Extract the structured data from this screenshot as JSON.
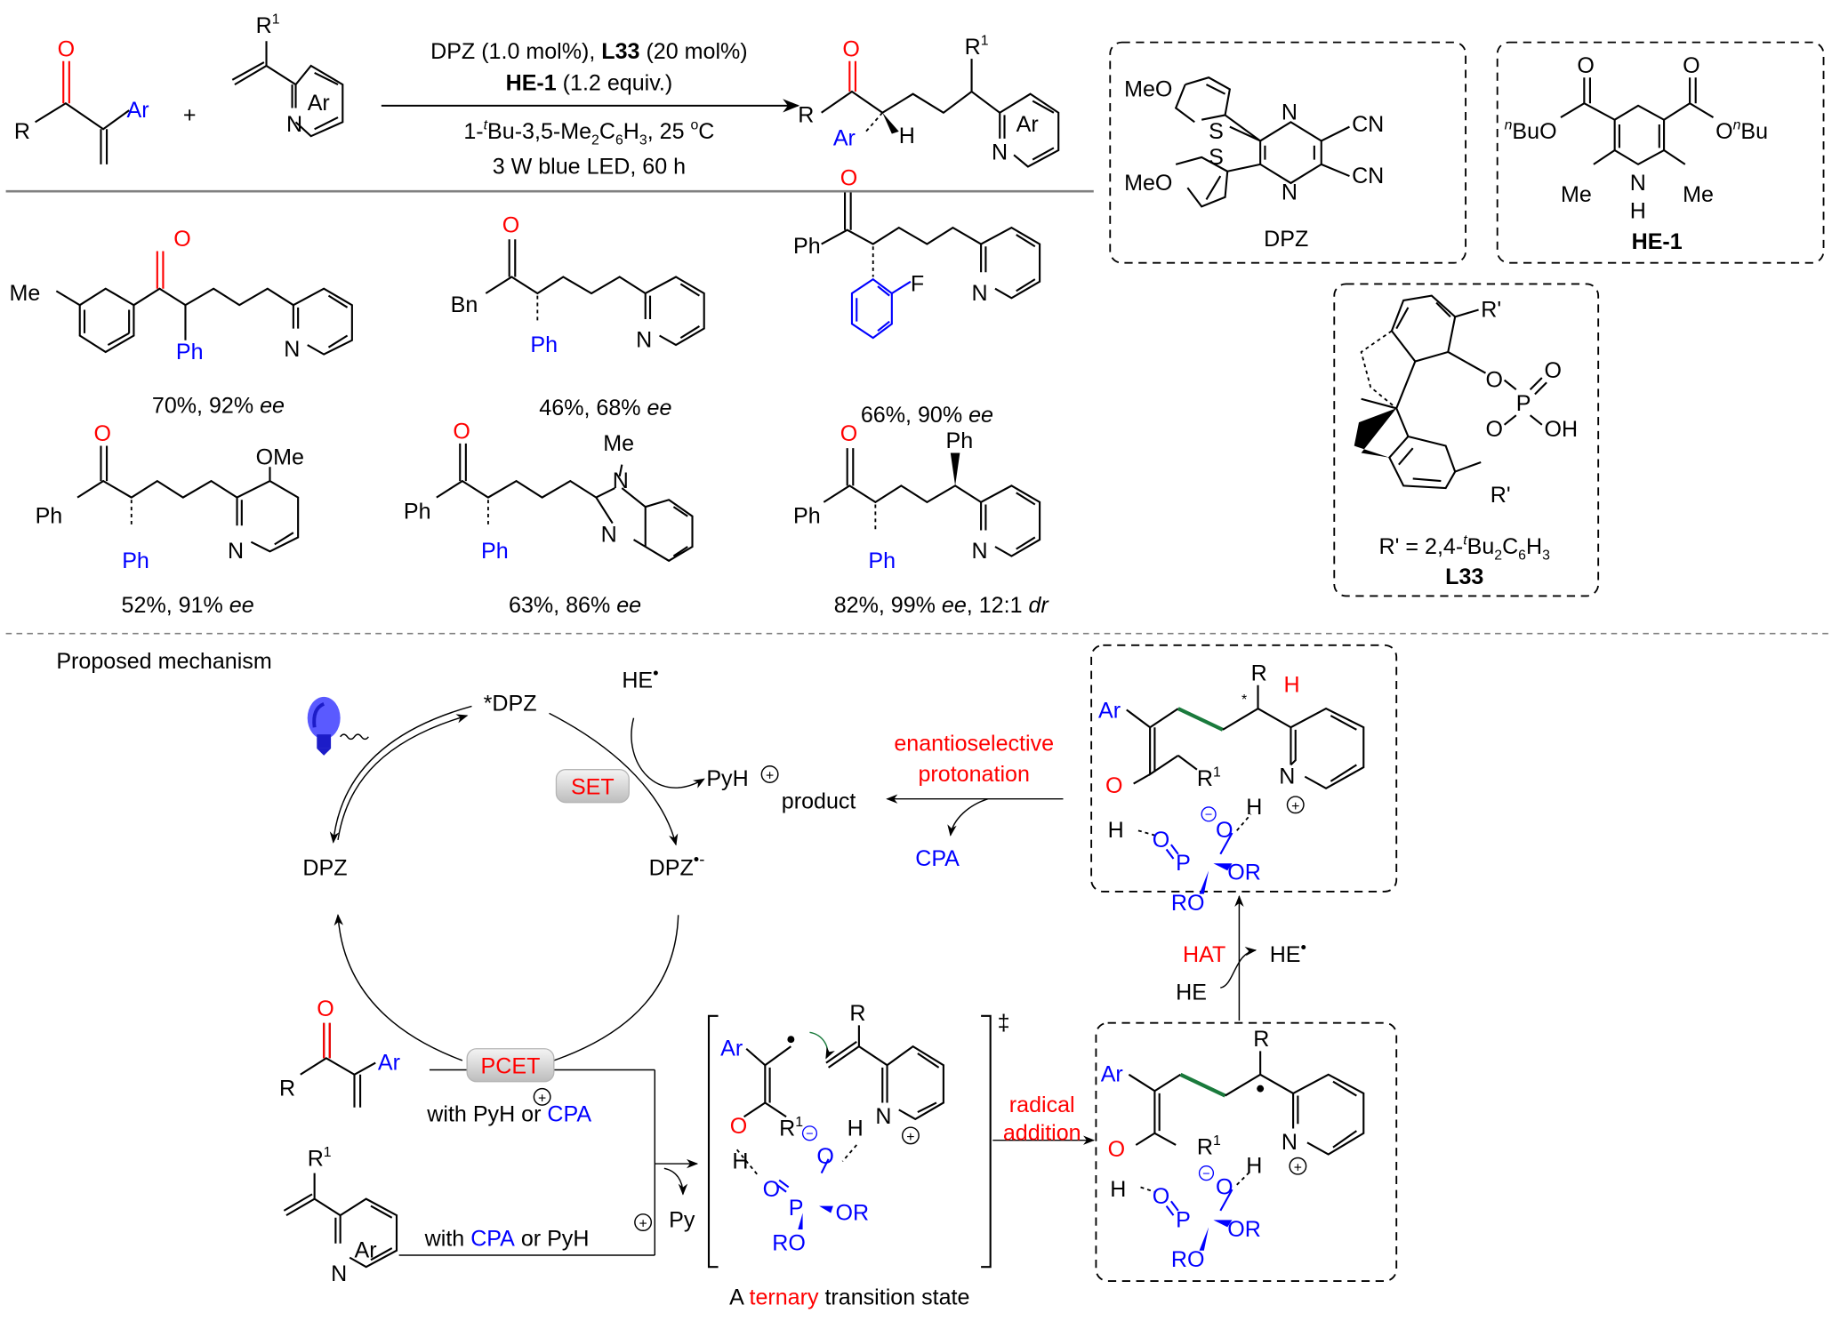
{
  "figure": {
    "type": "chemistry-reaction-scheme",
    "colors": {
      "carbonyl_oxygen": "#ff0000",
      "aryl_label": "#0000ff",
      "catalyst_label": "#0000ff",
      "process_label": "#ff0000",
      "new_bond": "#1a7a3c",
      "lamp": "#5a5aff"
    }
  },
  "reaction": {
    "substrate1": {
      "labels": {
        "R": "R",
        "O": "O",
        "Ar": "Ar"
      }
    },
    "plus": "+",
    "substrate2": {
      "labels": {
        "R1": "R",
        "R1_sup": "1",
        "N": "N",
        "Ar": "Ar"
      }
    },
    "conditions_above": {
      "line1_a": "DPZ (1.0 mol%), ",
      "line1_b": "L33",
      "line1_c": " (20 mol%)",
      "line2_a": "HE-1",
      "line2_b": " (1.2 equiv.)"
    },
    "conditions_below": {
      "line1_a": "1-",
      "line1_t": "t",
      "line1_b": "Bu-3,5-Me",
      "line1_s2": "2",
      "line1_c": "C",
      "line1_s6": "6",
      "line1_d": "H",
      "line1_s3": "3",
      "line1_e": ", 25 ",
      "line1_o": "o",
      "line1_f": "C",
      "line2": "3 W blue LED, 60 h"
    },
    "product": {
      "labels": {
        "R": "R",
        "O": "O",
        "Ar": "Ar",
        "H": "H",
        "R1": "R",
        "R1_sup": "1",
        "N": "N",
        "Ar2": "Ar"
      }
    }
  },
  "reagents": {
    "dpz": {
      "name": "DPZ",
      "labels": {
        "meo1": "MeO",
        "meo2": "MeO",
        "s1": "S",
        "s2": "S",
        "n1": "N",
        "n2": "N",
        "cn1": "CN",
        "cn2": "CN"
      }
    },
    "he1": {
      "name": "HE-1",
      "labels": {
        "o1": "O",
        "o2": "O",
        "buo_n": "n",
        "buo": "BuO",
        "obu_o": "O",
        "obu_n": "n",
        "obu": "Bu",
        "me1": "Me",
        "me2": "Me",
        "n": "N",
        "h": "H"
      }
    },
    "l33": {
      "name": "L33",
      "labels": {
        "r1": "R'",
        "r2": "R'",
        "o1": "O",
        "o2": "O",
        "p": "P",
        "o3": "O",
        "oh": "OH"
      },
      "definition": {
        "a": "R' = 2,4-",
        "t": "t",
        "b": "Bu",
        "s2": "2",
        "c": "C",
        "s6": "6",
        "d": "H",
        "s3": "3"
      }
    }
  },
  "scope": [
    {
      "id": "scope-1",
      "left_group": "Me",
      "acyl": "",
      "alpha": "Ph",
      "heteroaryl_N": "N",
      "yield": "70%, 92% ",
      "ee_label": "ee",
      "dr": ""
    },
    {
      "id": "scope-2",
      "left_group": "Bn",
      "alpha": "Ph",
      "heteroaryl_N": "N",
      "yield": "46%, 68% ",
      "ee_label": "ee",
      "dr": ""
    },
    {
      "id": "scope-3",
      "left_group": "Ph",
      "alpha_substituent": "F",
      "heteroaryl_N": "N",
      "yield": "66%, 90% ",
      "ee_label": "ee",
      "dr": ""
    },
    {
      "id": "scope-4",
      "left_group": "Ph",
      "alpha": "Ph",
      "heteroaryl_N": "N",
      "substituent": "OMe",
      "yield": "52%, 91% ",
      "ee_label": "ee",
      "dr": ""
    },
    {
      "id": "scope-5",
      "left_group": "Ph",
      "alpha": "Ph",
      "heteroaryl_N1": "N",
      "heteroaryl_N2": "N",
      "substituent": "Me",
      "yield": "63%, 86% ",
      "ee_label": "ee",
      "dr": ""
    },
    {
      "id": "scope-6",
      "left_group": "Ph",
      "alpha": "Ph",
      "heteroaryl_N": "N",
      "substituent": "Ph",
      "yield": "82%, 99% ",
      "ee_label": "ee",
      "dr_value": ", 12:1 ",
      "dr_label": "dr"
    }
  ],
  "oxygen_label": "O",
  "mechanism": {
    "title": "Proposed mechanism",
    "cycle": {
      "excited": "*DPZ",
      "ground": "DPZ",
      "radical_anion": "DPZ",
      "radical_anion_sup": "•-",
      "set_label": "SET",
      "pcet_label": "PCET",
      "he_radical": "HE",
      "he_radical_sup": "•",
      "pyh": "PyH",
      "plus_sign": "+"
    },
    "pcet_inputs": {
      "top_a": "with PyH",
      "top_or": " or ",
      "top_cpa": "CPA",
      "bottom_a": "with ",
      "bottom_cpa": "CPA",
      "bottom_or": " or PyH",
      "py": "Py"
    },
    "ts": {
      "caption_a": "A ",
      "caption_red": "ternary",
      "caption_b": " transition state",
      "dagger": "‡",
      "labels": {
        "ar": "Ar",
        "o": "O",
        "h": "H",
        "r1": "R",
        "r1_sup": "1",
        "r": "R",
        "n": "N",
        "h2": "H",
        "o_minus": "O",
        "o_double": "O",
        "p": "P",
        "or": "OR",
        "ro": "RO",
        "minus": "−",
        "plus": "+"
      }
    },
    "radical_addition": {
      "line1": "radical",
      "line2": "addition"
    },
    "hat": {
      "label": "HAT",
      "he": "HE",
      "he_radical": "HE",
      "he_radical_sup": "•"
    },
    "protonation": {
      "line1": "enantioselective",
      "line2": "protonation",
      "product": "product",
      "cpa": "CPA"
    },
    "intermediate_radical": {
      "labels": {
        "ar": "Ar",
        "o": "O",
        "h": "H",
        "r1": "R",
        "r1_sup": "1",
        "r": "R",
        "n": "N",
        "h2": "H",
        "o_minus": "O",
        "o_double": "O",
        "p": "P",
        "or": "OR",
        "ro": "RO",
        "minus": "−",
        "plus": "+"
      }
    },
    "intermediate_protonated": {
      "labels": {
        "ar": "Ar",
        "o": "O",
        "h": "H",
        "r1": "R",
        "r1_sup": "1",
        "r": "R",
        "star": "*",
        "h_red": "H",
        "n": "N",
        "h2": "H",
        "o_minus": "O",
        "o_double": "O",
        "p": "P",
        "or": "OR",
        "ro": "RO",
        "minus": "−",
        "plus": "+"
      }
    }
  }
}
